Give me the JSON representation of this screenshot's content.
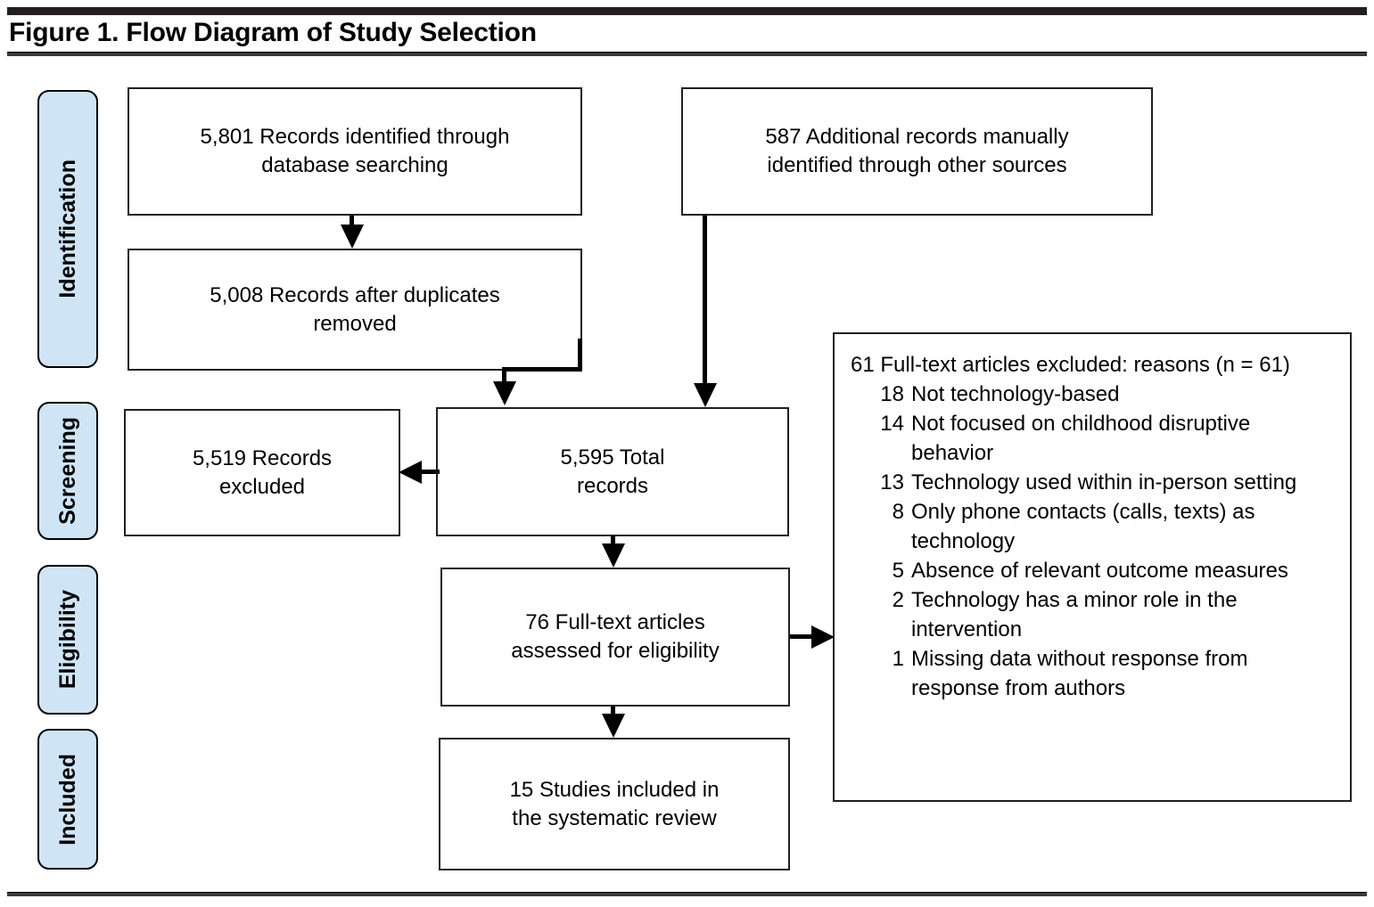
{
  "figure": {
    "title": "Figure 1. Flow Diagram of Study Selection"
  },
  "stages": [
    {
      "label": "Identification"
    },
    {
      "label": "Screening"
    },
    {
      "label": "Eligibility"
    },
    {
      "label": "Included"
    }
  ],
  "boxes": {
    "identified_database": {
      "line1": "5,801 Records identified through",
      "line2": "database searching",
      "count": "5,801"
    },
    "additional_records": {
      "line1": "587 Additional records manually",
      "line2": "identified through other sources",
      "count": "587"
    },
    "after_duplicates": {
      "line1": "5,008 Records after duplicates",
      "line2": "removed",
      "count": "5,008"
    },
    "records_excluded": {
      "line1": "5,519 Records",
      "line2": "excluded",
      "count": "5,519"
    },
    "total_records": {
      "line1": "5,595 Total",
      "line2": "records",
      "count": "5,595"
    },
    "fulltext_assessed": {
      "line1": "76 Full-text articles",
      "line2": "assessed for eligibility",
      "count": "76"
    },
    "studies_included": {
      "line1": "15 Studies included in",
      "line2": "the systematic review",
      "count": "15"
    }
  },
  "exclusions": {
    "heading": "61 Full-text articles excluded: reasons (n = 61)",
    "total": "61",
    "items": [
      {
        "count": "18",
        "reason": "Not technology-based"
      },
      {
        "count": "14",
        "reason": "Not focused on childhood disruptive behavior"
      },
      {
        "count": "13",
        "reason": "Technology used within in-person setting"
      },
      {
        "count": "8",
        "reason": "Only phone contacts (calls, texts) as technology"
      },
      {
        "count": "5",
        "reason": "Absence of relevant outcome measures"
      },
      {
        "count": "2",
        "reason": "Technology has a minor role in the intervention"
      },
      {
        "count": "1",
        "reason": "Missing data without response from response from authors"
      }
    ]
  },
  "colors": {
    "stage_fill": "#cfe5f6",
    "line": "#000000",
    "rule": "#231f20"
  }
}
